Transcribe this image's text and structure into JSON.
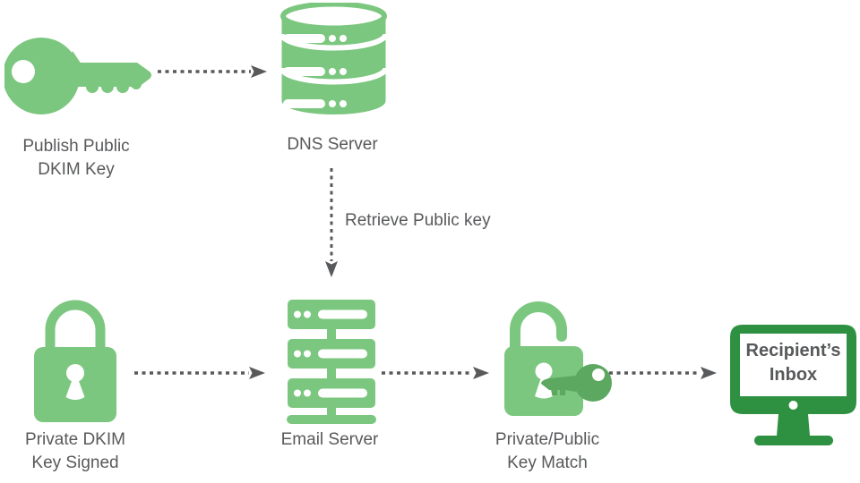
{
  "diagram": {
    "colors": {
      "icon_green": "#7CC77F",
      "key_dark_green": "#5CA861",
      "monitor_green": "#2E9142",
      "arrow_gray": "#58595B",
      "text_gray": "#58595B"
    },
    "nodes": {
      "publish_key": {
        "line1": "Publish Public",
        "line2": "DKIM Key",
        "icon": "key-icon"
      },
      "dns_server": {
        "label": "DNS Server",
        "icon": "database-icon"
      },
      "private_key": {
        "line1": "Private DKIM",
        "line2": "Key Signed",
        "icon": "padlock-locked-icon"
      },
      "email_server": {
        "label": "Email Server",
        "icon": "server-rack-icon"
      },
      "key_match": {
        "line1": "Private/Public",
        "line2": "Key Match",
        "icon": "padlock-unlocked-key-icon"
      },
      "recipient_inbox": {
        "line1": "Recipient’s",
        "line2": "Inbox",
        "icon": "monitor-icon"
      }
    },
    "edges": {
      "retrieve_public_key": {
        "label": "Retrieve Public key"
      }
    }
  }
}
